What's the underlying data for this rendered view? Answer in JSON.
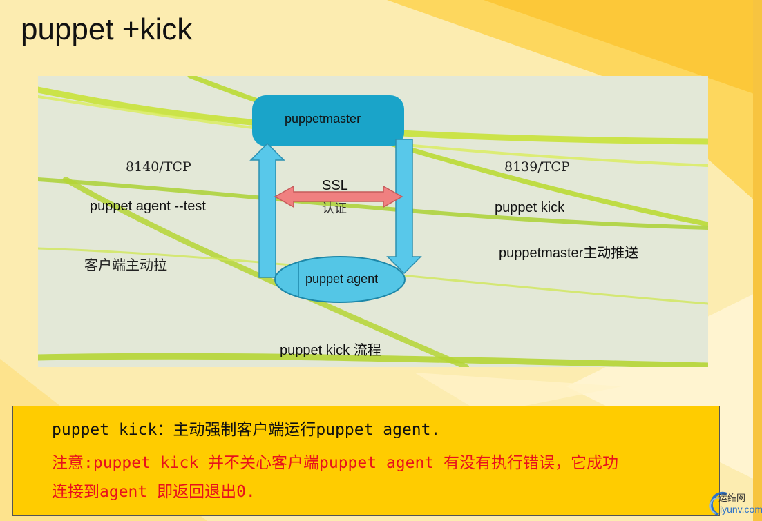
{
  "slide": {
    "title": "puppet +kick",
    "colors": {
      "background": "#fbe9a8",
      "note_bg": "#ffcc00",
      "note_red": "#e8121b",
      "master_fill": "#1aa4c9",
      "agent_fill": "#54c6e6",
      "arrow_blue": "#58c8ea",
      "arrow_red": "#f08080"
    }
  },
  "diagram": {
    "master_label": "puppetmaster",
    "agent_label": "puppet agent",
    "left": {
      "port": "8140/TCP",
      "command": "puppet agent --test",
      "desc": "客户端主动拉"
    },
    "right": {
      "port": "8139/TCP",
      "command": "puppet kick",
      "desc": "puppetmaster主动推送"
    },
    "ssl_line1": "SSL",
    "ssl_line2": "认证",
    "caption": "puppet kick 流程"
  },
  "note": {
    "line1": "puppet kick：主动强制客户端运行puppet agent.",
    "line2": "注意:puppet kick 并不关心客户端puppet agent 有没有执行错误，它成功",
    "line3": "连接到agent 即返回退出0."
  },
  "watermark": {
    "line1": "运维网",
    "line2": "iyunv.com"
  }
}
